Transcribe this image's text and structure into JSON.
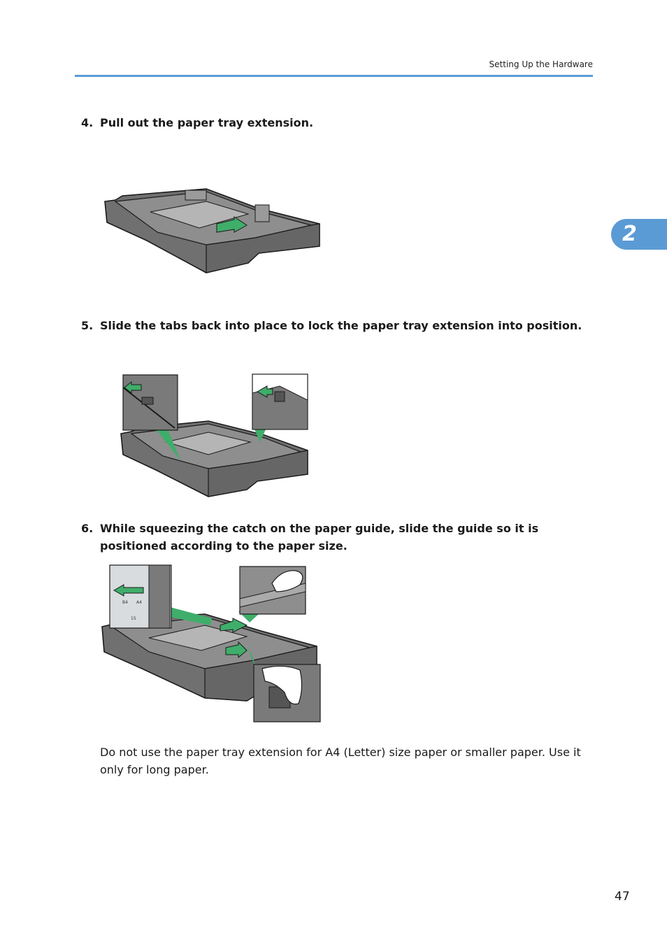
{
  "header": {
    "title": "Setting Up the Hardware"
  },
  "chapter_tab": {
    "label": "2",
    "color": "#5b9bd5"
  },
  "steps": [
    {
      "number": "4.",
      "text": "Pull out the paper tray extension."
    },
    {
      "number": "5.",
      "text": "Slide the tabs back into place to lock the paper tray extension into position."
    },
    {
      "number": "6.",
      "text": "While squeezing the catch on the paper guide, slide the guide so it is positioned according to the paper size."
    }
  ],
  "note": {
    "text": "Do not use the paper tray extension for A4 (Letter) size paper or smaller paper. Use it only for long paper."
  },
  "illustration_labels": {
    "scale_left": "B4",
    "scale_right": "A4",
    "scale_bottom": "15"
  },
  "colors": {
    "accent": "#5b9bd5",
    "tray": "#7a7a7a",
    "arrow": "#3fae6a"
  },
  "footer": {
    "page_number": "47"
  }
}
